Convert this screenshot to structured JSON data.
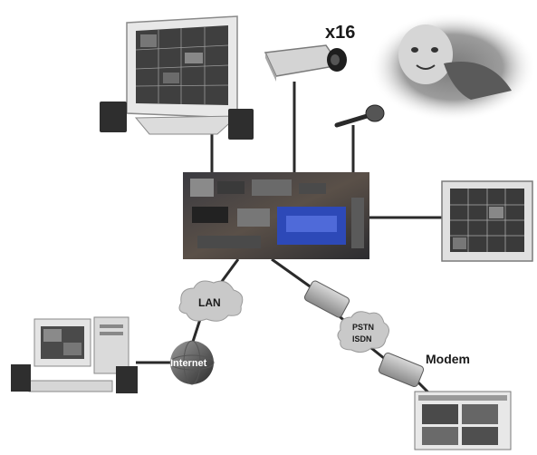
{
  "labels": {
    "camera_count": "x16",
    "lan": "LAN",
    "internet": "Internet",
    "pstn": "PSTN",
    "isdn": "ISDN",
    "modem": "Modem"
  },
  "colors": {
    "line": "#2a2a2a",
    "cloud": "#c9c9c9",
    "board_blue": "#2d49b8",
    "device_gray": "#bdbdbd"
  }
}
